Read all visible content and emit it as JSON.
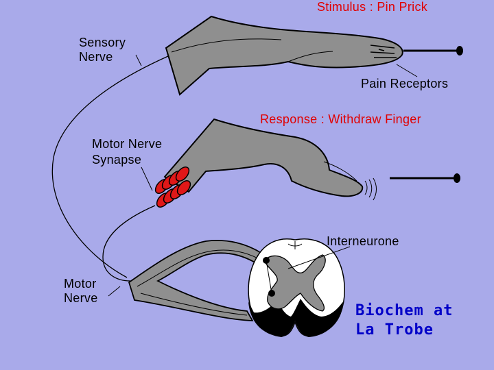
{
  "labels": {
    "stimulus": "Stimulus : Pin Prick",
    "sensory_nerve_1": "Sensory",
    "sensory_nerve_2": "Nerve",
    "pain_receptors": "Pain Receptors",
    "response": "Response : Withdraw Finger",
    "motor_synapse_1": "Motor Nerve",
    "motor_synapse_2": "Synapse",
    "interneurone": "Interneurone",
    "motor_nerve_1": "Motor",
    "motor_nerve_2": "Nerve"
  },
  "brand": {
    "line1": "Biochem at",
    "line2": "La Trobe"
  },
  "colors": {
    "background": "#a9aaea",
    "tissue": "#8f8f8f",
    "synapse": "#e01818",
    "stimulus_text": "#e10000",
    "brand_text": "#0000c8"
  }
}
